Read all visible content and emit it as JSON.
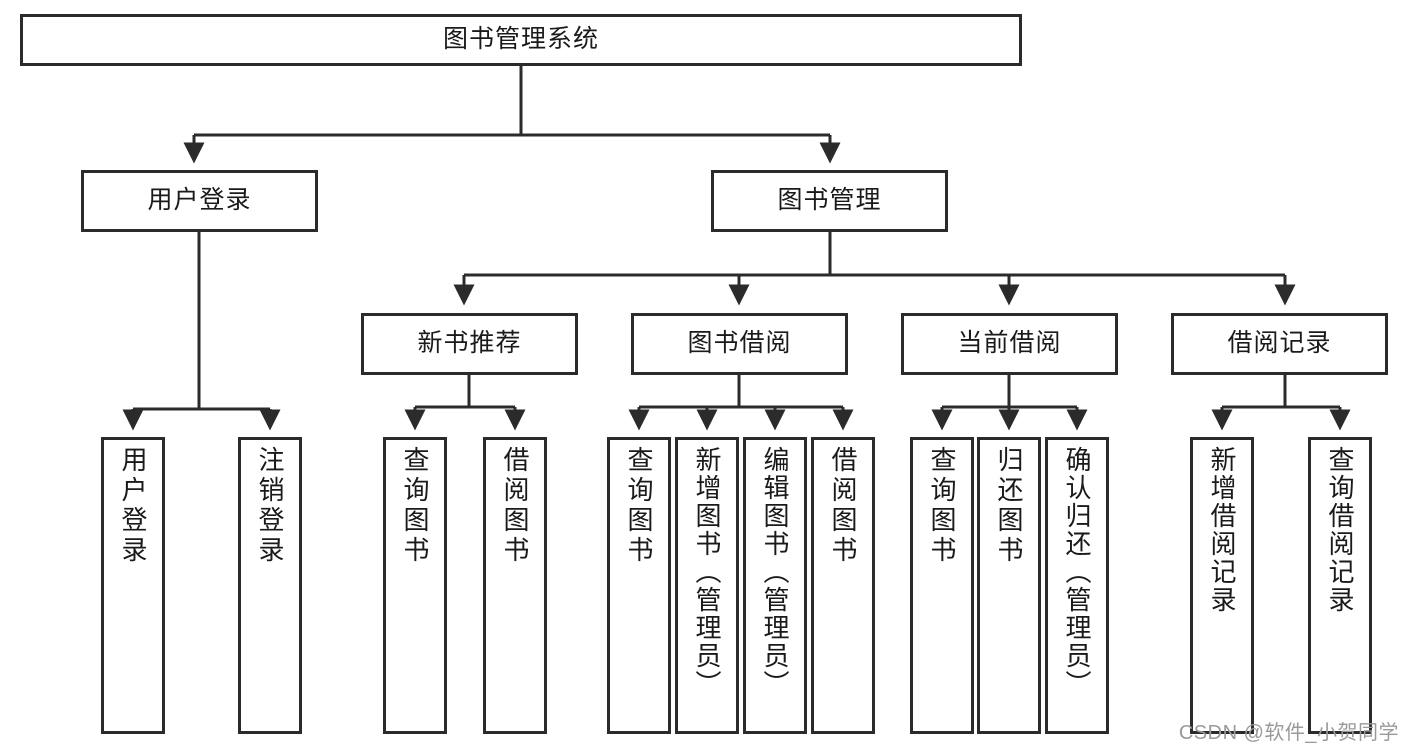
{
  "diagram": {
    "title": "图书管理系统",
    "type": "tree",
    "watermark": "CSDN @软件_小贺同学",
    "colors": {
      "box_border": "#2b2b2b",
      "box_fill": "#ffffff",
      "edge": "#2b2b2b",
      "text": "#1a1a1a",
      "watermark": "#9a9a9a",
      "background": "#ffffff"
    },
    "root": {
      "label": "图书管理系统"
    },
    "level2": [
      {
        "label": "用户登录"
      },
      {
        "label": "图书管理"
      }
    ],
    "level3": [
      {
        "label": "新书推荐"
      },
      {
        "label": "图书借阅"
      },
      {
        "label": "当前借阅"
      },
      {
        "label": "借阅记录"
      }
    ],
    "leaves": {
      "user_login": [
        {
          "label": "用户登录"
        },
        {
          "label": "注销登录"
        }
      ],
      "new_book_recommend": [
        {
          "label": "查询图书"
        },
        {
          "label": "借阅图书"
        }
      ],
      "book_borrow": [
        {
          "label": "查询图书"
        },
        {
          "label": "新增图书（管理员）"
        },
        {
          "label": "编辑图书（管理员）"
        },
        {
          "label": "借阅图书"
        }
      ],
      "current_borrow": [
        {
          "label": "查询图书"
        },
        {
          "label": "归还图书"
        },
        {
          "label": "确认归还（管理员）"
        }
      ],
      "borrow_record": [
        {
          "label": "新增借阅记录"
        },
        {
          "label": "查询借阅记录"
        }
      ]
    }
  }
}
